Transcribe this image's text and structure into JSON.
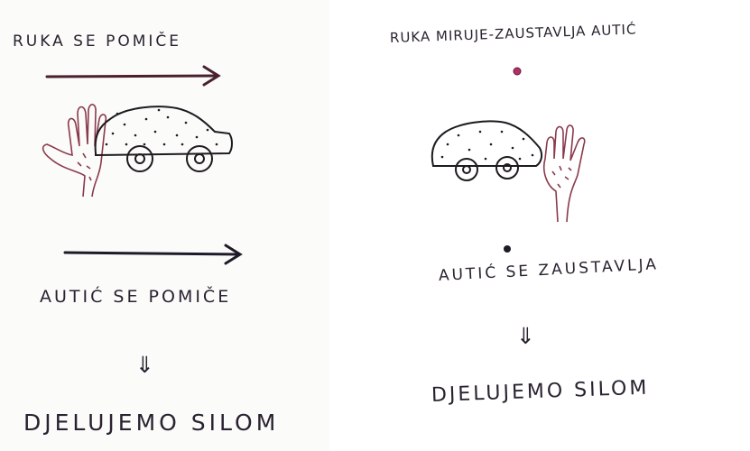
{
  "left": {
    "heading": "RUKA SE POMIČE",
    "caption": "AUTIĆ SE POMIČE",
    "implication": "⇓",
    "conclusion": "DJELUJEMO SILOM"
  },
  "right": {
    "heading": "RUKA MIRUJE-ZAUSTAVLJA AUTIĆ",
    "caption": "AUTIĆ SE ZAUSTAVLJA",
    "implication": "⇓",
    "conclusion": "DJELUJEMO SILOM"
  },
  "colors": {
    "ink": "#2a2230",
    "hand": "#8a3a4a",
    "arrow": "#4a1f2e",
    "dot": "#b0306a"
  }
}
